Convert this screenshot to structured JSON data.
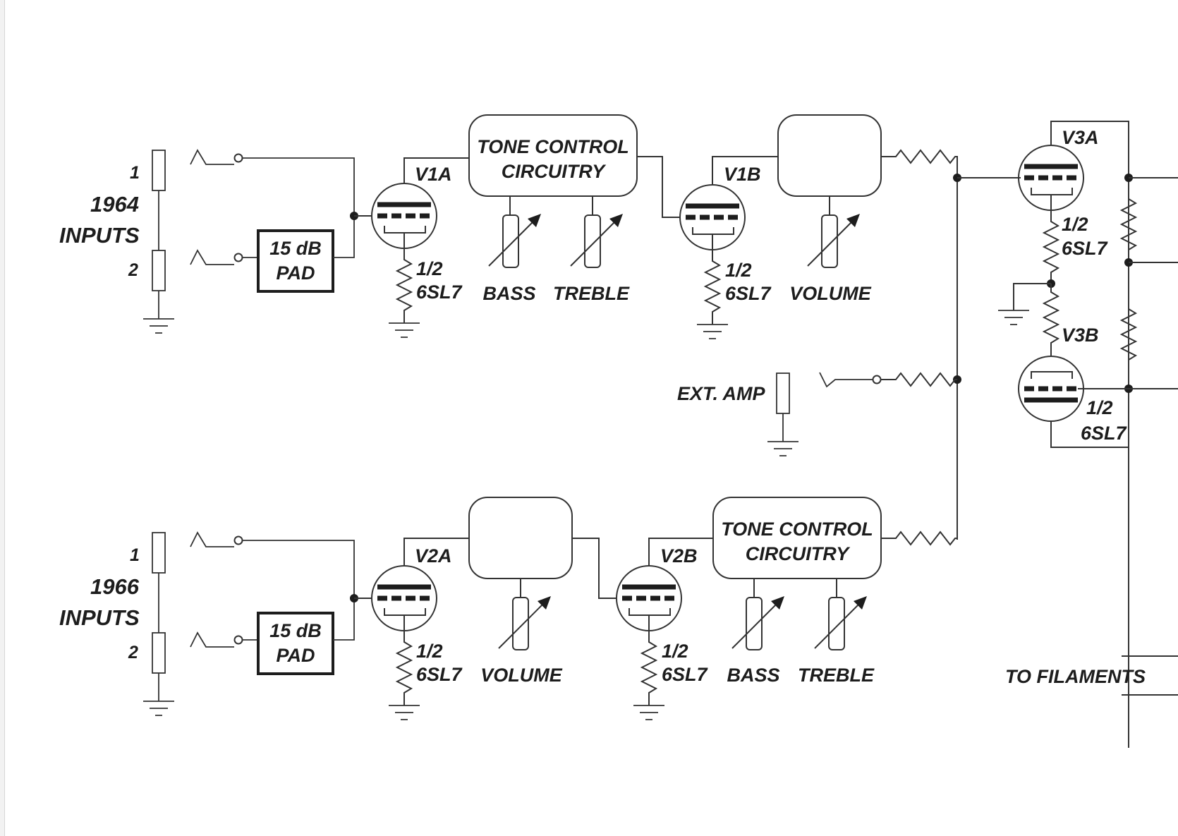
{
  "inputs_1964": {
    "title_line1": "1964",
    "title_line2": "INPUTS",
    "jack1": "1",
    "jack2": "2",
    "pad_line1": "15 dB",
    "pad_line2": "PAD"
  },
  "inputs_1966": {
    "title_line1": "1966",
    "title_line2": "INPUTS",
    "jack1": "1",
    "jack2": "2",
    "pad_line1": "15 dB",
    "pad_line2": "PAD"
  },
  "tubes": {
    "v1a": "V1A",
    "v1b": "V1B",
    "v2a": "V2A",
    "v2b": "V2B",
    "v3a": "V3A",
    "v3b": "V3B",
    "half": "1/2",
    "type": "6SL7"
  },
  "blocks": {
    "tone_line1": "TONE CONTROL",
    "tone_line2": "CIRCUITRY"
  },
  "controls": {
    "bass": "BASS",
    "treble": "TREBLE",
    "volume": "VOLUME"
  },
  "ext_amp": "EXT. AMP",
  "filaments": "TO FILAMENTS"
}
